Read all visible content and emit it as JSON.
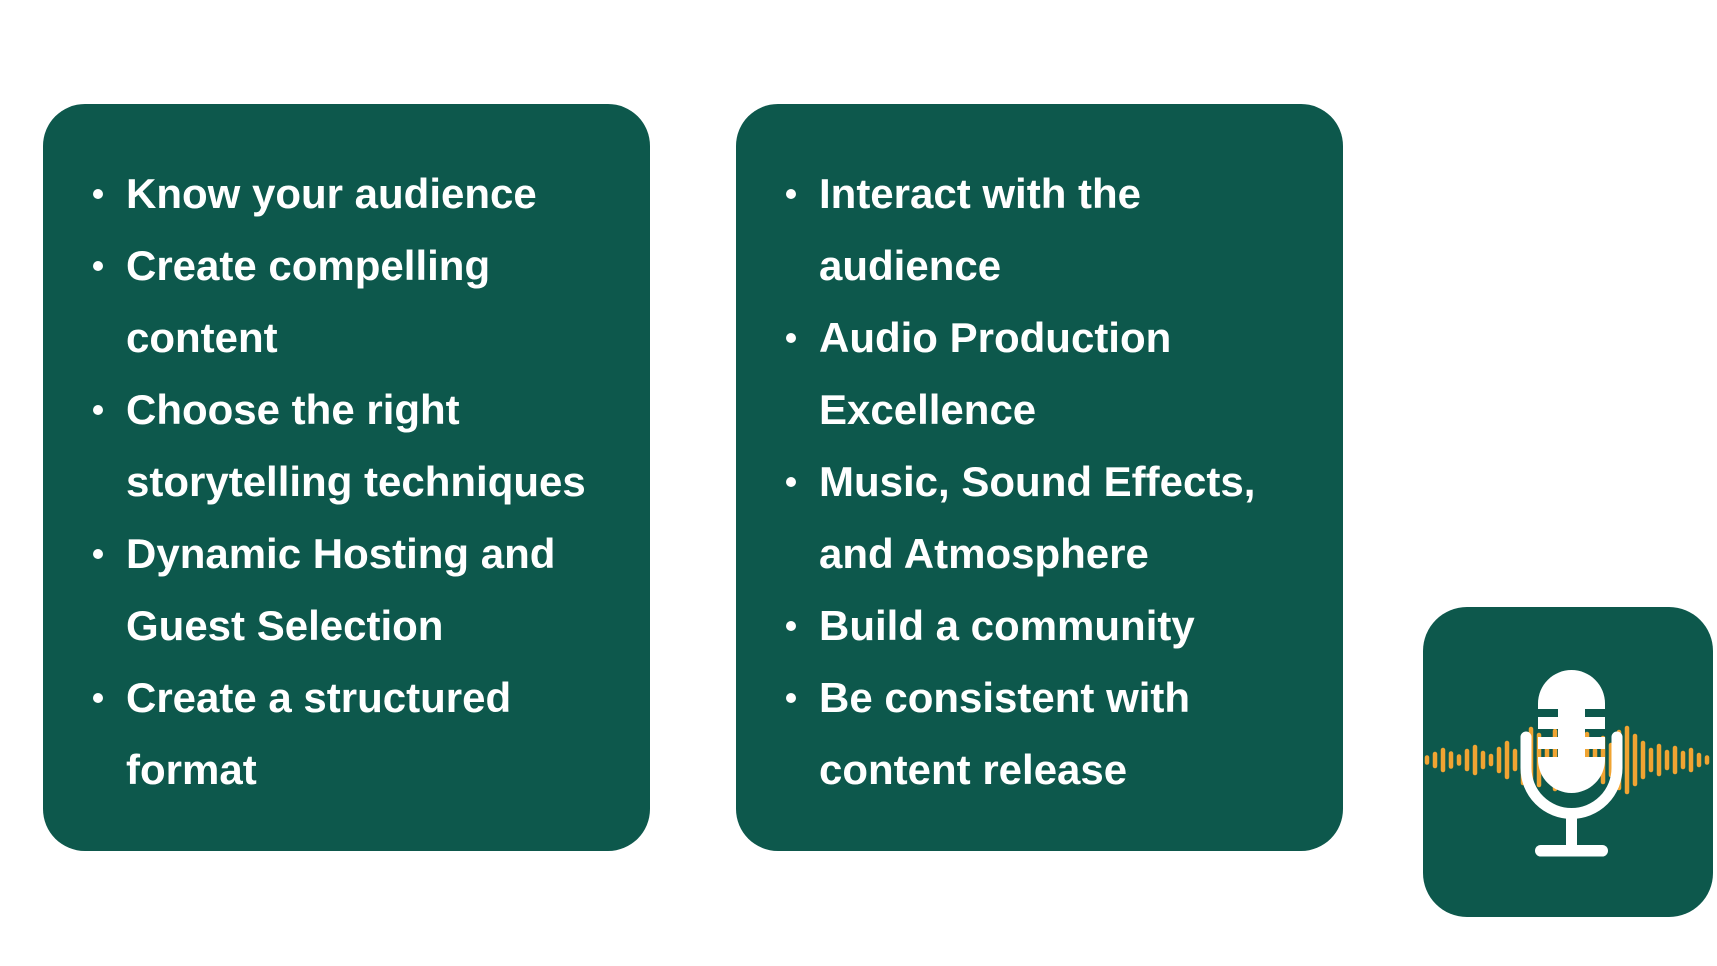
{
  "colors": {
    "card_background": "#0D584C",
    "text_color": "#FFFFFF",
    "waveform_color": "#F0A432",
    "page_background": "#FFFFFF"
  },
  "card_left": {
    "items": [
      "Know your audience",
      "Create compelling content",
      "Choose the right storytelling techniques",
      "Dynamic Hosting and Guest Selection",
      "Create a structured format"
    ]
  },
  "card_right": {
    "items": [
      "Interact with the audience",
      "Audio Production Excellence",
      "Music, Sound Effects, and Atmosphere",
      "Build a community",
      "Be consistent with content release"
    ]
  },
  "badge": {
    "icon": "microphone-icon",
    "waveform": "soundwave-icon",
    "waveform_heights": [
      5,
      12,
      20,
      13,
      7,
      18,
      26,
      14,
      8,
      22,
      34,
      18,
      46,
      62,
      50,
      36,
      58,
      24,
      40,
      28,
      52,
      20,
      44,
      30,
      56,
      64,
      48,
      34,
      20,
      28,
      16,
      24,
      14,
      20,
      10,
      5
    ]
  }
}
